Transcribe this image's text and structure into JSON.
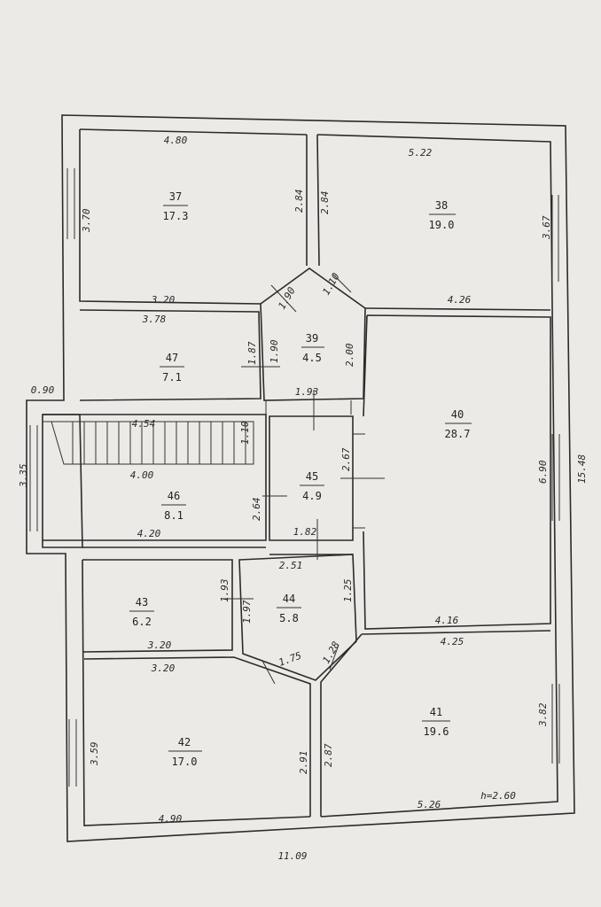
{
  "rooms": [
    {
      "id": "37",
      "number": "37",
      "area": "17.3"
    },
    {
      "id": "38",
      "number": "38",
      "area": "19.0"
    },
    {
      "id": "39",
      "number": "39",
      "area": "4.5"
    },
    {
      "id": "40",
      "number": "40",
      "area": "28.7"
    },
    {
      "id": "41",
      "number": "41",
      "area": "19.6"
    },
    {
      "id": "42",
      "number": "42",
      "area": "17.0"
    },
    {
      "id": "43",
      "number": "43",
      "area": "6.2"
    },
    {
      "id": "44",
      "number": "44",
      "area": "5.8"
    },
    {
      "id": "45",
      "number": "45",
      "area": "4.9"
    },
    {
      "id": "46",
      "number": "46",
      "area": "8.1"
    },
    {
      "id": "47",
      "number": "47",
      "area": "7.1"
    }
  ],
  "dimensions": {
    "d480_top": "4.80",
    "d522": "5.22",
    "d370": "3.70",
    "d284a": "2.84",
    "d284b": "2.84",
    "d367": "3.67",
    "d320_37": "3.20",
    "d190a": "1.90",
    "d110": "1.10",
    "d426": "4.26",
    "d378": "3.78",
    "d187": "1.87",
    "d190b": "1.90",
    "d200": "2.00",
    "d193": "1.93",
    "d090": "0.90",
    "d454": "4.54",
    "d110b": "1.10",
    "d335": "3.35",
    "d400": "4.00",
    "d267": "2.67",
    "d690": "6.90",
    "d1548": "15.48",
    "d264": "2.64",
    "d420": "4.20",
    "d182": "1.82",
    "d251": "2.51",
    "d193b": "1.93",
    "d197": "1.97",
    "d125": "1.25",
    "d416": "4.16",
    "d425": "4.25",
    "d320a": "3.20",
    "d320b": "3.20",
    "d175": "1.75",
    "d128": "1.28",
    "d382": "3.82",
    "d359": "3.59",
    "d291": "2.91",
    "d287": "2.87",
    "d490": "4.90",
    "d526": "5.26",
    "height": "h=2.60",
    "d1109": "11.09"
  }
}
